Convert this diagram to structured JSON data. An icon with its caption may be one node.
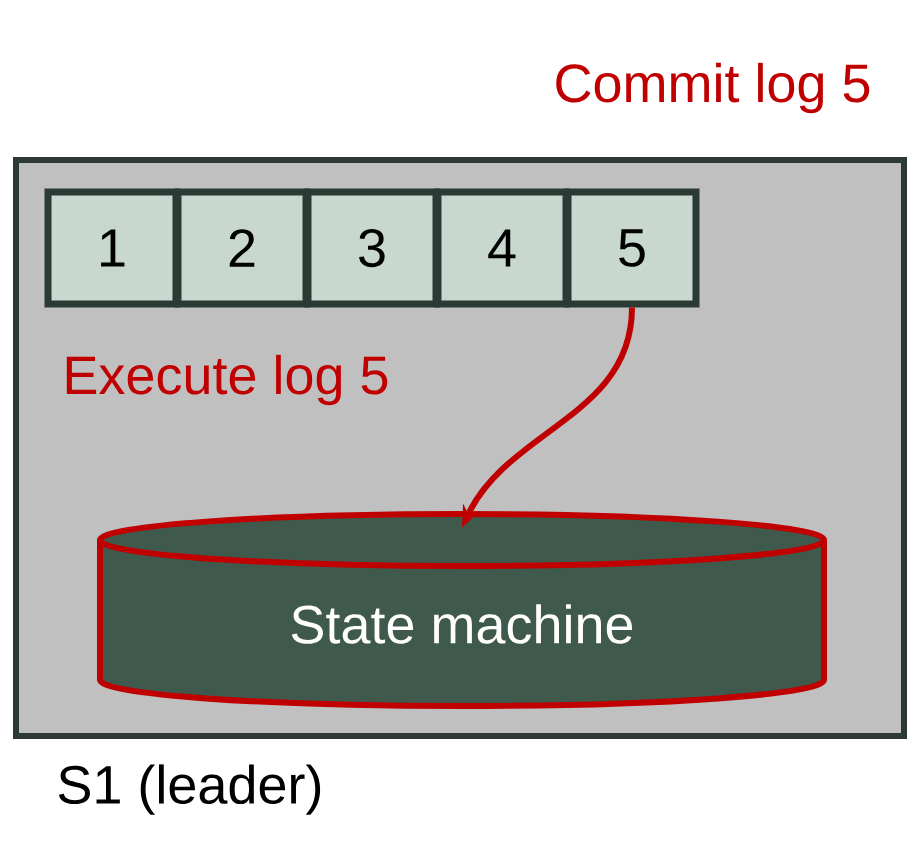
{
  "diagram": {
    "nodes": [
      {
        "text": [
          "S1 (leader)"
        ]
      },
      {
        "text": [
          "1"
        ],
        "in": 0
      },
      {
        "text": [
          "2"
        ],
        "in": 0
      },
      {
        "text": [
          "3"
        ],
        "in": 0
      },
      {
        "text": [
          "4"
        ],
        "in": 0
      },
      {
        "text": [
          "5"
        ],
        "in": 0
      },
      {
        "text": [
          "State machine"
        ],
        "in": 0
      }
    ],
    "edges": [
      {
        "from": 5,
        "to": 6,
        "arrow": "to",
        "label": "Execute log 5",
        "color": "#c00000"
      }
    ],
    "labels": [
      "Commit log 5"
    ]
  }
}
